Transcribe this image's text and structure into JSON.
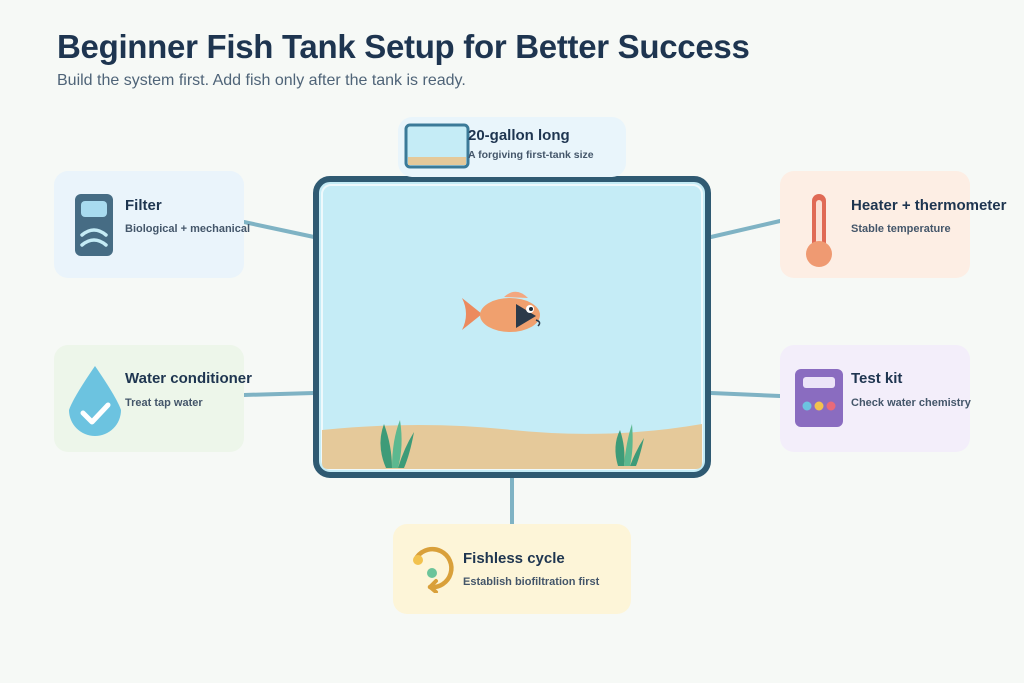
{
  "header": {
    "title": "Beginner Fish Tank Setup for Better Success",
    "subtitle": "Build the system first. Add fish only after the tank is ready."
  },
  "cards": {
    "tank_size": {
      "title": "20-gallon long",
      "subtitle": "A forgiving first-tank size",
      "icon": "tank-icon"
    },
    "filter": {
      "title": "Filter",
      "subtitle": "Biological + mechanical",
      "icon": "filter-icon"
    },
    "heater": {
      "title": "Heater + thermometer",
      "subtitle": "Stable temperature",
      "icon": "thermometer-icon"
    },
    "conditioner": {
      "title": "Water conditioner",
      "subtitle": "Treat tap water",
      "icon": "water-drop-check-icon"
    },
    "test_kit": {
      "title": "Test kit",
      "subtitle": "Check water chemistry",
      "icon": "test-kit-icon"
    },
    "cycle": {
      "title": "Fishless cycle",
      "subtitle": "Establish biofiltration first",
      "icon": "cycle-icon"
    }
  },
  "colors": {
    "filter_card": "#eaf4fb",
    "heater_card": "#fdeee4",
    "conditioner_card": "#edf6ea",
    "test_kit_card": "#f3eefa",
    "cycle_card": "#fdf5d8",
    "tank_size_card": "#e9f5fb",
    "tank_frame": "#2f5a72",
    "water": "#c5ecf6",
    "sand": "#e5c99a",
    "connector": "#7fb3c4"
  }
}
